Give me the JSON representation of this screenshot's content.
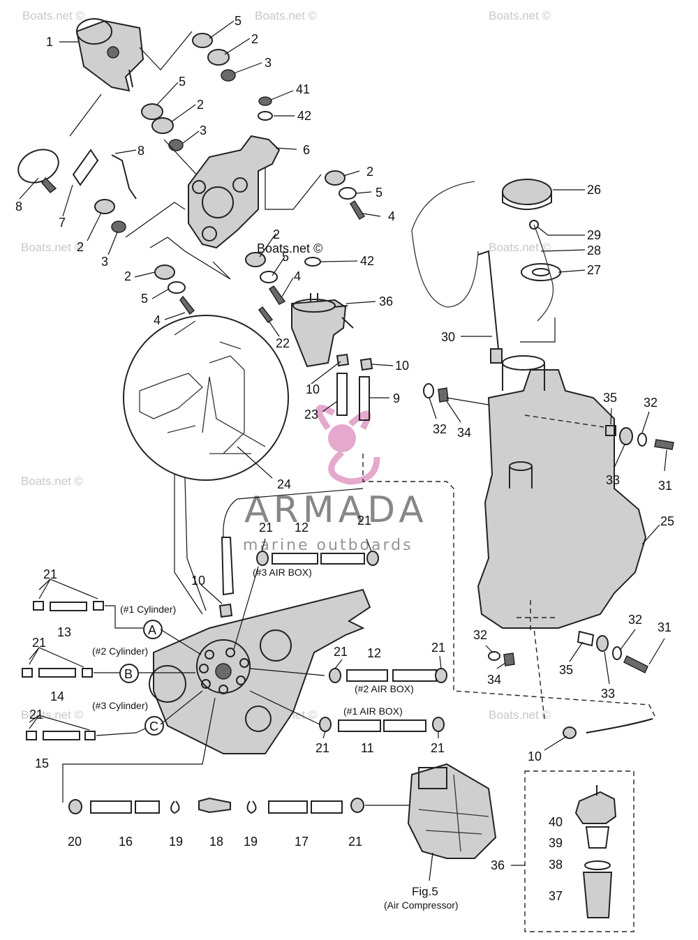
{
  "watermark": {
    "site": "Boats.net ©",
    "brand_name": "ARMADA",
    "brand_tagline": "marine outboards",
    "brand_color": "#e2a0c8"
  },
  "captions": {
    "cyl1": "(#1 Cylinder)",
    "cyl2": "(#2 Cylinder)",
    "cyl3": "(#3 Cylinder)",
    "airbox1": "(#1 AIR BOX)",
    "airbox2": "(#2 AIR BOX)",
    "airbox3": "(#3 AIR BOX)",
    "fig": "Fig.5",
    "fig_sub": "(Air Compressor)"
  },
  "connectors": [
    "A",
    "B",
    "C"
  ],
  "callouts": [
    {
      "n": "1"
    },
    {
      "n": "5"
    },
    {
      "n": "2"
    },
    {
      "n": "3"
    },
    {
      "n": "5"
    },
    {
      "n": "2"
    },
    {
      "n": "3"
    },
    {
      "n": "41"
    },
    {
      "n": "42"
    },
    {
      "n": "6"
    },
    {
      "n": "8"
    },
    {
      "n": "8"
    },
    {
      "n": "7"
    },
    {
      "n": "2"
    },
    {
      "n": "3"
    },
    {
      "n": "2"
    },
    {
      "n": "5"
    },
    {
      "n": "4"
    },
    {
      "n": "2"
    },
    {
      "n": "5"
    },
    {
      "n": "4"
    },
    {
      "n": "42"
    },
    {
      "n": "36"
    },
    {
      "n": "22"
    },
    {
      "n": "2"
    },
    {
      "n": "5"
    },
    {
      "n": "4"
    },
    {
      "n": "10"
    },
    {
      "n": "10"
    },
    {
      "n": "23"
    },
    {
      "n": "9"
    },
    {
      "n": "24"
    },
    {
      "n": "26"
    },
    {
      "n": "29"
    },
    {
      "n": "28"
    },
    {
      "n": "27"
    },
    {
      "n": "30"
    },
    {
      "n": "32"
    },
    {
      "n": "34"
    },
    {
      "n": "35"
    },
    {
      "n": "32"
    },
    {
      "n": "33"
    },
    {
      "n": "31"
    },
    {
      "n": "25"
    },
    {
      "n": "21"
    },
    {
      "n": "12"
    },
    {
      "n": "21"
    },
    {
      "n": "10"
    },
    {
      "n": "21"
    },
    {
      "n": "13"
    },
    {
      "n": "21"
    },
    {
      "n": "14"
    },
    {
      "n": "21"
    },
    {
      "n": "15"
    },
    {
      "n": "21"
    },
    {
      "n": "12"
    },
    {
      "n": "21"
    },
    {
      "n": "21"
    },
    {
      "n": "11"
    },
    {
      "n": "21"
    },
    {
      "n": "32"
    },
    {
      "n": "34"
    },
    {
      "n": "35"
    },
    {
      "n": "32"
    },
    {
      "n": "33"
    },
    {
      "n": "31"
    },
    {
      "n": "10"
    },
    {
      "n": "20"
    },
    {
      "n": "16"
    },
    {
      "n": "19"
    },
    {
      "n": "18"
    },
    {
      "n": "19"
    },
    {
      "n": "17"
    },
    {
      "n": "21"
    },
    {
      "n": "36"
    },
    {
      "n": "40"
    },
    {
      "n": "39"
    },
    {
      "n": "38"
    },
    {
      "n": "37"
    }
  ]
}
